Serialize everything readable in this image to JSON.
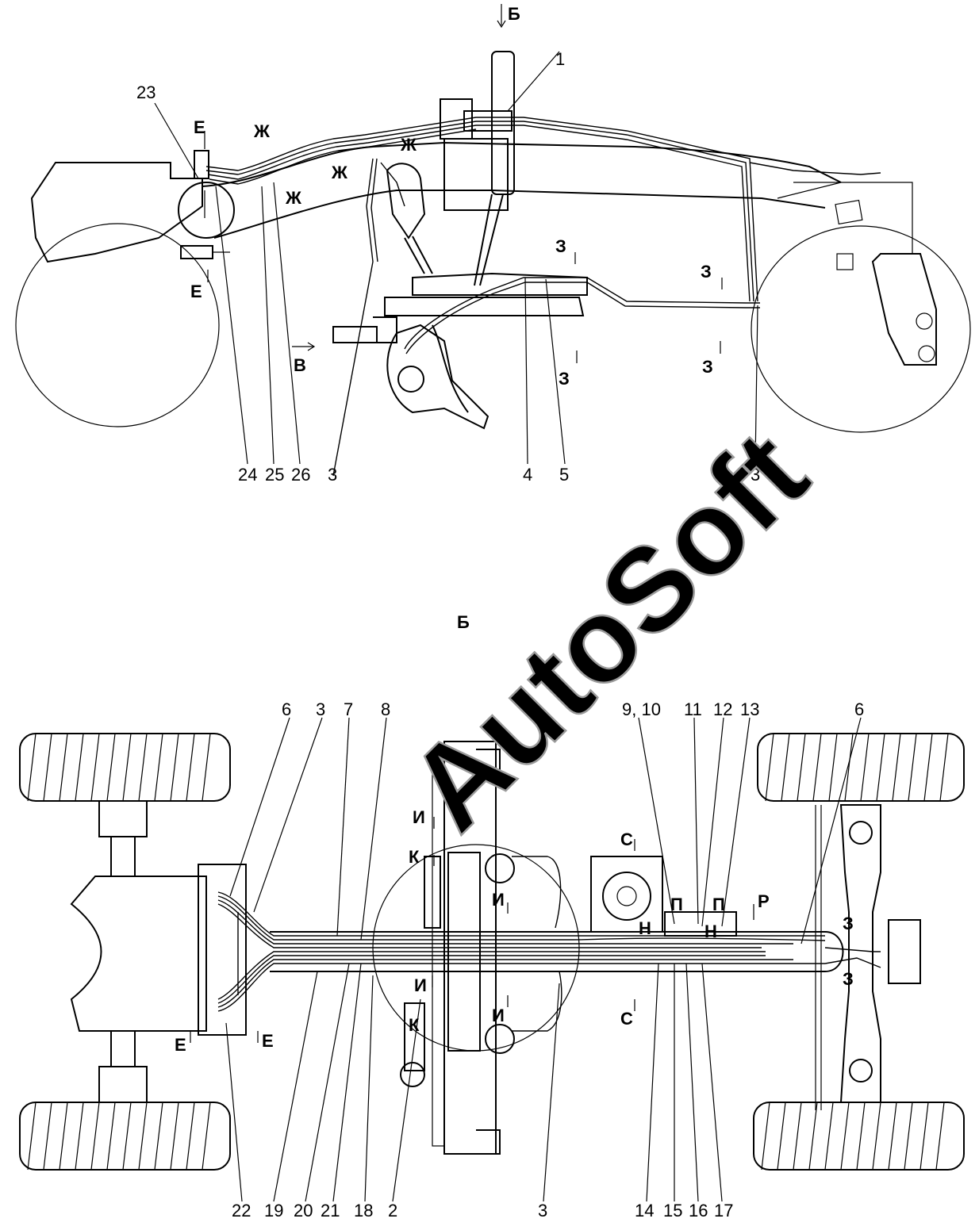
{
  "side_view": {
    "callouts": [
      "1",
      "23",
      "24",
      "25",
      "26",
      "3",
      "4",
      "5",
      "3"
    ],
    "sections": [
      "Б",
      "Е",
      "Е",
      "Ж",
      "Ж",
      "Ж",
      "Ж",
      "З",
      "З",
      "З",
      "З",
      "В"
    ]
  },
  "top_view": {
    "title": "Б",
    "callouts_top": [
      "6",
      "3",
      "7",
      "8",
      "9, 10",
      "11",
      "12",
      "13",
      "6"
    ],
    "callouts_bottom": [
      "22",
      "19",
      "20",
      "21",
      "18",
      "2",
      "3",
      "14",
      "15",
      "16",
      "17"
    ],
    "sections": [
      "И",
      "К",
      "И",
      "И",
      "К",
      "И",
      "С",
      "С",
      "П",
      "П",
      "Н",
      "Н",
      "Р",
      "З",
      "З",
      "Е",
      "Е"
    ]
  },
  "watermark": "AutoSoft"
}
